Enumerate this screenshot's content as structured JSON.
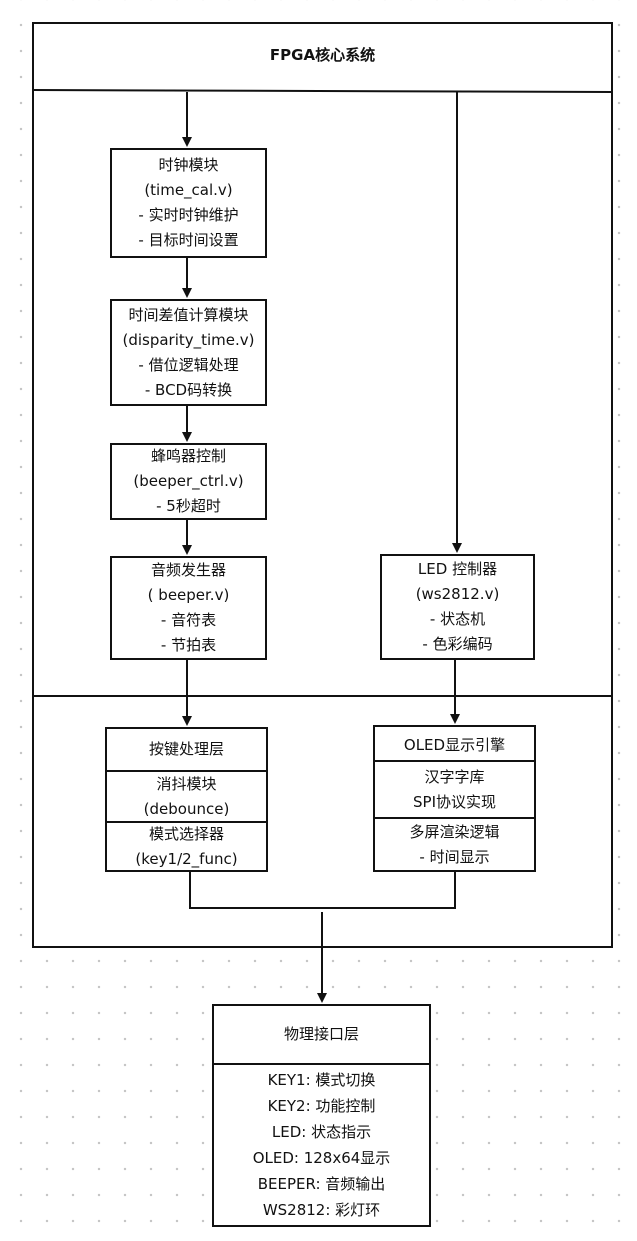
{
  "system": {
    "title": "FPGA核心系统"
  },
  "clock_module": {
    "lines": [
      "时钟模块",
      "(time_cal.v)",
      "- 实时时钟维护",
      "- 目标时间设置"
    ]
  },
  "diff_module": {
    "lines": [
      "时间差值计算模块",
      "(disparity_time.v)",
      "- 借位逻辑处理",
      "- BCD码转换"
    ]
  },
  "beeper_ctrl": {
    "lines": [
      "蜂鸣器控制",
      "(beeper_ctrl.v)",
      "- 5秒超时"
    ]
  },
  "audio_gen": {
    "lines": [
      "音频发生器",
      "( beeper.v)",
      "- 音符表",
      "- 节拍表"
    ]
  },
  "led_ctrl": {
    "lines": [
      "LED 控制器",
      "(ws2812.v)",
      "- 状态机",
      "- 色彩编码"
    ]
  },
  "key_layer": {
    "header": "按键处理层",
    "debounce": [
      "消抖模块",
      "(debounce)"
    ],
    "mode_sel": [
      "模式选择器",
      "(key1/2_func)"
    ]
  },
  "oled_engine": {
    "header": "OLED显示引擎",
    "font": [
      "汉字字库",
      "SPI协议实现"
    ],
    "render": [
      "多屏渲染逻辑",
      "- 时间显示"
    ]
  },
  "physical": {
    "title": "物理接口层",
    "lines": [
      "KEY1: 模式切换",
      "KEY2: 功能控制",
      "LED: 状态指示",
      "OLED: 128x64显示",
      "BEEPER: 音频输出",
      "WS2812: 彩灯环"
    ]
  }
}
